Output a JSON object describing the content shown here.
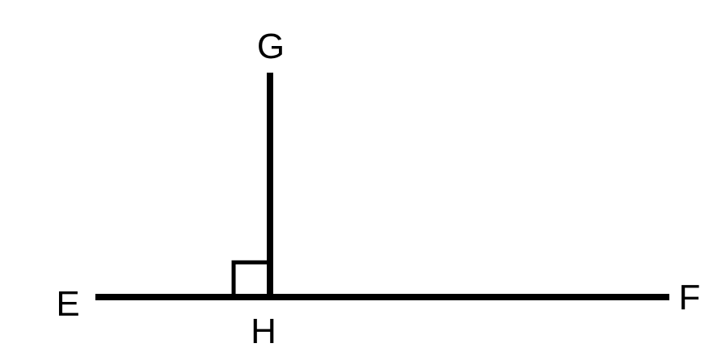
{
  "diagram": {
    "points": {
      "E": "E",
      "F": "F",
      "G": "G",
      "H": "H"
    },
    "segments": [
      {
        "from": "E",
        "to": "F"
      },
      {
        "from": "H",
        "to": "G"
      }
    ],
    "right_angle_at": "H",
    "line_color": "#000000"
  }
}
